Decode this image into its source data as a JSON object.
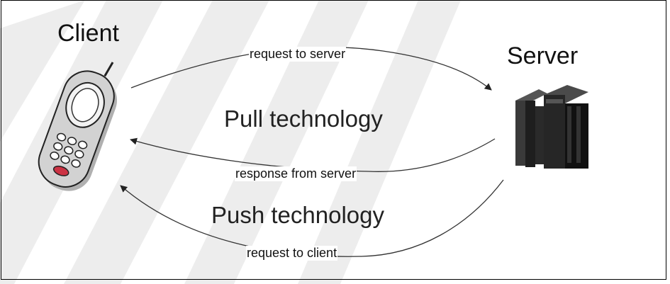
{
  "nodes": {
    "client": {
      "label": "Client",
      "icon": "mobile-phone-icon"
    },
    "server": {
      "label": "Server",
      "icon": "server-rack-icon"
    }
  },
  "flows": {
    "request_to_server": "request to server",
    "response_from_server": "response from server",
    "request_to_client": "request to client"
  },
  "sections": {
    "pull": "Pull technology",
    "push": "Push technology"
  },
  "colors": {
    "watermark": "#eeeeee",
    "phone_body": "#cfcfcf",
    "phone_screen": "#ffffff",
    "phone_red_button": "#cc3344",
    "server_dark": "#1e1e1e",
    "server_mid": "#3a3a3a",
    "line": "#333333"
  }
}
